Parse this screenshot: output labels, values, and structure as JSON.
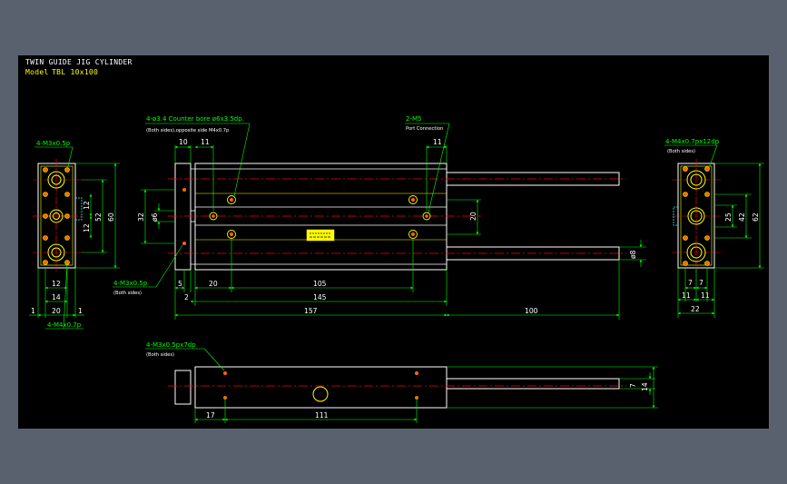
{
  "title": "TWIN GUIDE JIG CYLINDER",
  "model_label": "Model",
  "model_value": "TBL 10x100",
  "colors": {
    "background": "#59616f",
    "canvas": "#000000",
    "outline": "#ffffff",
    "dimension": "#00ff00",
    "centerline": "#ff0000",
    "hole": "#ffff00",
    "hole_fill": "#ff6600",
    "highlight": "#ffff00",
    "title": "#ffffff",
    "model": "#ffff00"
  },
  "callouts": {
    "left_top": "4-M3x0.5p",
    "left_bottom": "4-M4x0.7p",
    "top_a_line1": "4-ø3.4 Counter bore ø6x3.5dp.",
    "top_a_line2": "(Both sides),opposite side M4x0.7p",
    "top_b_line1": "2-M5",
    "top_b_line2": "Port Connection",
    "side_left_line1": "4-M3x0.5p",
    "side_left_line2": "(Both sides)",
    "right_top_line1": "4-M4x0.7px12dp",
    "right_top_line2": "(Both sides)",
    "bottom_line1": "4-M3x0.5px7dp",
    "bottom_line2": "(Both sides)"
  },
  "dims": {
    "left_12a": "12",
    "left_12b": "12",
    "left_52": "52",
    "left_60": "60",
    "left_12c": "12",
    "left_14": "14",
    "left_1a": "1",
    "left_20": "20",
    "left_1b": "1",
    "main_10": "10",
    "main_11a": "11",
    "main_11b": "11",
    "main_32": "32",
    "main_d6": "ø6",
    "main_20r": "20",
    "main_d8": "ø8",
    "main_5": "5",
    "main_20": "20",
    "main_105": "105",
    "main_2": "2",
    "main_145": "145",
    "main_157": "157",
    "main_100": "100",
    "right_62": "62",
    "right_42": "42",
    "right_25": "25",
    "right_7a": "7",
    "right_7b": "7",
    "right_11a": "11",
    "right_11b": "11",
    "right_22": "22",
    "bot_7": "7",
    "bot_14": "14",
    "bot_17": "17",
    "bot_111": "111"
  }
}
